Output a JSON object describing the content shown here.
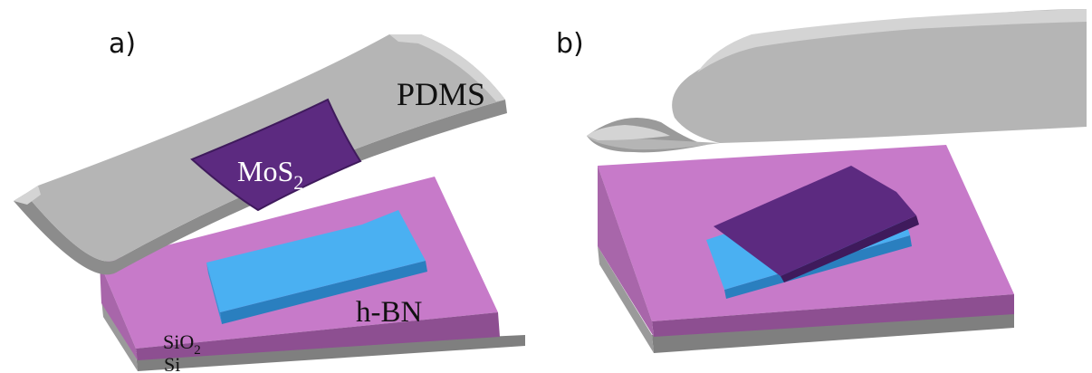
{
  "panels": [
    {
      "id": "a",
      "label": "a)",
      "pdms_label": "PDMS",
      "mos2_label": "MoS",
      "mos2_subscript": "2",
      "hbn_label": "h-BN",
      "sio2_label": "SiO",
      "sio2_subscript": "2",
      "si_label": "Si"
    },
    {
      "id": "b",
      "label": "b)"
    }
  ],
  "colors": {
    "pdms_top": "#b5b5b5",
    "pdms_edge": "#8c8c8c",
    "pdms_light": "#d4d4d4",
    "mos2": "#5c2a80",
    "mos2_edge": "#3f1a5c",
    "hbn_top": "#4ab0f2",
    "hbn_side": "#2a7fbf",
    "sio2_top": "#c77ac9",
    "sio2_side": "#8d4f91",
    "si_side": "#7f7f7f",
    "text": "#111111"
  }
}
